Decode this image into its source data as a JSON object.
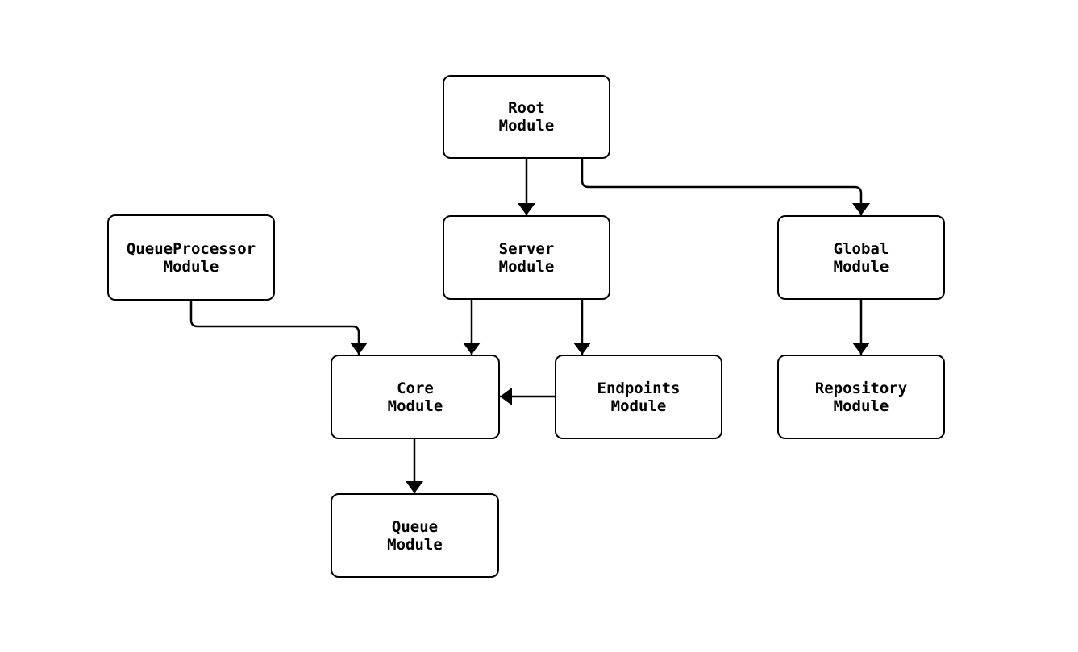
{
  "diagram": {
    "type": "flowchart",
    "colors": {
      "background": "#ffffff",
      "node_fill": "#ffffff",
      "stroke": "#000000",
      "text": "#000000"
    },
    "nodes": {
      "root": {
        "label": "Root\nModule"
      },
      "queueprocessor": {
        "label": "QueueProcessor\nModule"
      },
      "server": {
        "label": "Server\nModule"
      },
      "global": {
        "label": "Global\nModule"
      },
      "core": {
        "label": "Core\nModule"
      },
      "endpoints": {
        "label": "Endpoints\nModule"
      },
      "repository": {
        "label": "Repository\nModule"
      },
      "queue": {
        "label": "Queue\nModule"
      }
    },
    "edges": [
      {
        "from": "root",
        "to": "server"
      },
      {
        "from": "root",
        "to": "global"
      },
      {
        "from": "queueprocessor",
        "to": "core"
      },
      {
        "from": "server",
        "to": "core"
      },
      {
        "from": "server",
        "to": "endpoints"
      },
      {
        "from": "global",
        "to": "repository"
      },
      {
        "from": "endpoints",
        "to": "core"
      },
      {
        "from": "core",
        "to": "queue"
      }
    ]
  }
}
